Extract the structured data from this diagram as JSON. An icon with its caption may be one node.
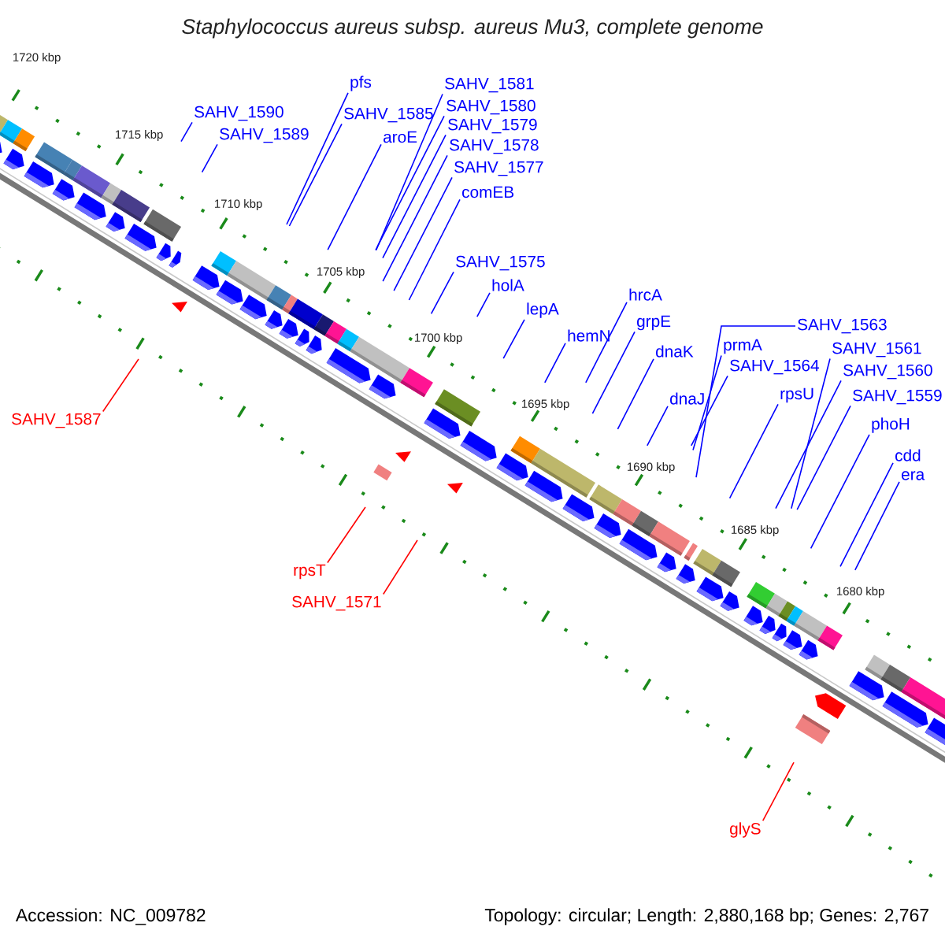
{
  "diagram": {
    "title": "Staphylococcus aureus subsp. aureus Mu3, complete genome",
    "nodes": [
      {
        "text": [
          "SAHV_1590"
        ]
      },
      {
        "text": [
          "SAHV_1589"
        ]
      },
      {
        "text": [
          "pfs"
        ]
      },
      {
        "text": [
          "SAHV_1585"
        ]
      },
      {
        "text": [
          "aroE"
        ]
      },
      {
        "text": [
          "SAHV_1581"
        ]
      },
      {
        "text": [
          "SAHV_1580"
        ]
      },
      {
        "text": [
          "SAHV_1579"
        ]
      },
      {
        "text": [
          "SAHV_1578"
        ]
      },
      {
        "text": [
          "SAHV_1577"
        ]
      },
      {
        "text": [
          "comEB"
        ]
      },
      {
        "text": [
          "SAHV_1575"
        ]
      },
      {
        "text": [
          "holA"
        ]
      },
      {
        "text": [
          "lepA"
        ]
      },
      {
        "text": [
          "hemN"
        ]
      },
      {
        "text": [
          "hrcA"
        ]
      },
      {
        "text": [
          "grpE"
        ]
      },
      {
        "text": [
          "dnaK"
        ]
      },
      {
        "text": [
          "dnaJ"
        ]
      },
      {
        "text": [
          "prmA"
        ]
      },
      {
        "text": [
          "SAHV_1563"
        ]
      },
      {
        "text": [
          "SAHV_1564"
        ]
      },
      {
        "text": [
          "rpsU"
        ]
      },
      {
        "text": [
          "SAHV_1561"
        ]
      },
      {
        "text": [
          "SAHV_1560"
        ]
      },
      {
        "text": [
          "SAHV_1559"
        ]
      },
      {
        "text": [
          "phoH"
        ]
      },
      {
        "text": [
          "cdd"
        ]
      },
      {
        "text": [
          "era"
        ]
      },
      {
        "text": [
          "SAHV_1587"
        ]
      },
      {
        "text": [
          "rpsT"
        ]
      },
      {
        "text": [
          "SAHV_1571"
        ]
      },
      {
        "text": [
          "glyS"
        ]
      }
    ],
    "edges": [
      {
        "from": 0,
        "to": null,
        "arrow": "none"
      },
      {
        "from": 1,
        "to": null,
        "arrow": "none"
      },
      {
        "from": 2,
        "to": null,
        "arrow": "none"
      },
      {
        "from": 3,
        "to": null,
        "arrow": "none"
      },
      {
        "from": 4,
        "to": null,
        "arrow": "none"
      },
      {
        "from": 5,
        "to": null,
        "arrow": "none"
      },
      {
        "from": 6,
        "to": null,
        "arrow": "none"
      },
      {
        "from": 7,
        "to": null,
        "arrow": "none"
      },
      {
        "from": 8,
        "to": null,
        "arrow": "none"
      },
      {
        "from": 9,
        "to": null,
        "arrow": "none"
      },
      {
        "from": 10,
        "to": null,
        "arrow": "none"
      },
      {
        "from": 11,
        "to": null,
        "arrow": "none"
      },
      {
        "from": 12,
        "to": null,
        "arrow": "none"
      },
      {
        "from": 13,
        "to": null,
        "arrow": "none"
      },
      {
        "from": 14,
        "to": null,
        "arrow": "none"
      },
      {
        "from": 15,
        "to": null,
        "arrow": "none"
      },
      {
        "from": 16,
        "to": null,
        "arrow": "none"
      },
      {
        "from": 17,
        "to": null,
        "arrow": "none"
      },
      {
        "from": 18,
        "to": null,
        "arrow": "none"
      },
      {
        "from": 19,
        "to": null,
        "arrow": "none"
      },
      {
        "from": 20,
        "to": null,
        "arrow": "none"
      },
      {
        "from": 21,
        "to": null,
        "arrow": "none"
      },
      {
        "from": 22,
        "to": null,
        "arrow": "none"
      },
      {
        "from": 23,
        "to": null,
        "arrow": "none"
      },
      {
        "from": 24,
        "to": null,
        "arrow": "none"
      },
      {
        "from": 25,
        "to": null,
        "arrow": "none"
      },
      {
        "from": 26,
        "to": null,
        "arrow": "none"
      },
      {
        "from": 27,
        "to": null,
        "arrow": "none"
      },
      {
        "from": 28,
        "to": null,
        "arrow": "none"
      },
      {
        "from": 29,
        "to": null,
        "arrow": "none",
        "color": "#ff0000"
      },
      {
        "from": 30,
        "to": null,
        "arrow": "none",
        "color": "#ff0000"
      },
      {
        "from": 31,
        "to": null,
        "arrow": "none",
        "color": "#ff0000"
      },
      {
        "from": 32,
        "to": null,
        "arrow": "none",
        "color": "#ff0000"
      }
    ],
    "labels": [
      "1720 kbp",
      "1715 kbp",
      "1710 kbp",
      "1705 kbp",
      "1700 kbp",
      "1695 kbp",
      "1690 kbp",
      "1685 kbp",
      "1680 kbp",
      "Accession: NC_009782",
      "Topology: circular; Length: 2,880,168 bp; Genes: 2,767"
    ]
  }
}
